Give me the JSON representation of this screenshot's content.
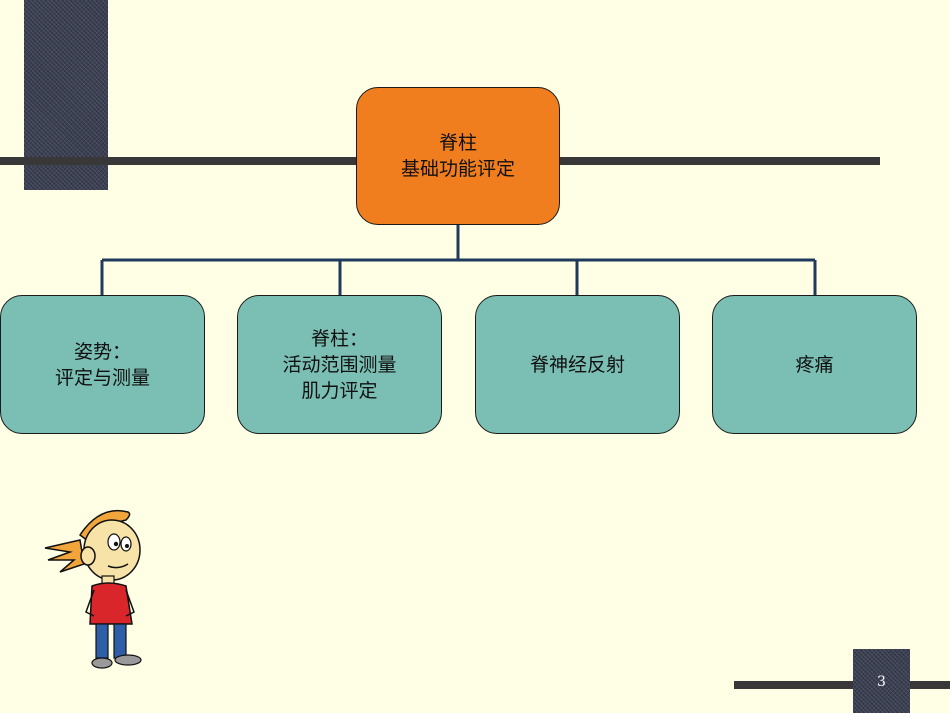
{
  "diagram": {
    "root": {
      "text": "脊柱\n基础功能评定"
    },
    "children": [
      {
        "text": "姿势：\n评定与测量"
      },
      {
        "text": "脊柱：\n活动范围测量\n肌力评定"
      },
      {
        "text": "脊神经反射"
      },
      {
        "text": "疼痛"
      }
    ]
  },
  "page_number": "3",
  "colors": {
    "background": "#FFFFE5",
    "root_fill": "#F07E1F",
    "child_fill": "#7BBFB4",
    "connector": "#1F3A5A",
    "bars": "#383838"
  }
}
